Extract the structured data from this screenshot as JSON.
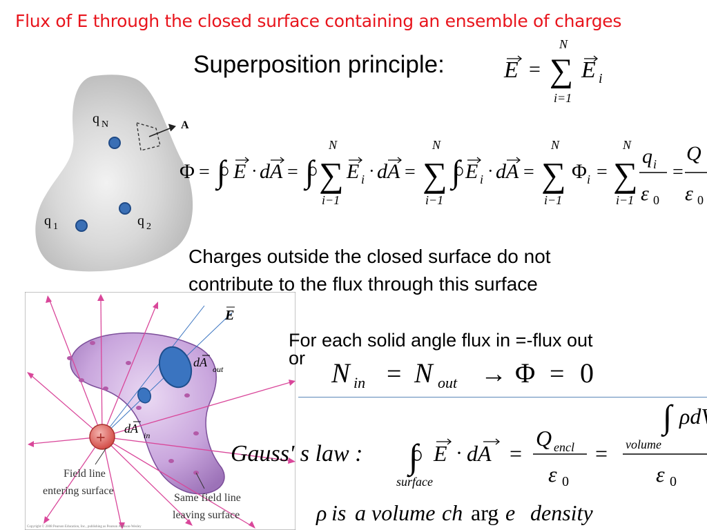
{
  "slide": {
    "title": "Flux of E  through the closed surface containing an ensemble of charges",
    "superposition_label": "Superposition principle:",
    "superposition_eq": {
      "lhs": "E",
      "rel": "=",
      "sum_top": "N",
      "sum_bot": "i=1",
      "term": "E",
      "term_sub": "i"
    },
    "flux_eq": {
      "phi": "Φ",
      "eq": "=",
      "e": "E",
      "dot": "·",
      "da": "dA",
      "sum_top": "N",
      "sum_bot": "i−1",
      "sub_i": "i",
      "q": "q",
      "eps": "ε",
      "eps_sub": "0",
      "Q": "Q"
    },
    "blob_figure": {
      "labels": {
        "qN": "q",
        "qN_sub": "N",
        "q1": "q",
        "q1_sub": "1",
        "q2": "q",
        "q2_sub": "2",
        "A": "A"
      },
      "colors": {
        "blob": "#cfcfcf",
        "charge": "#3a6fb5",
        "charge_stroke": "#1f4a86"
      }
    },
    "outside_text": [
      "Charges outside the closed surface do not",
      "contribute to the flux through this surface"
    ],
    "solid_angle_text": [
      "For each solid angle flux in =-flux out",
      "or"
    ],
    "n_eq": {
      "n": "N",
      "in": "in",
      "eq": "=",
      "out": "out",
      "arrow": "→",
      "phi": "Φ",
      "zero": "0"
    },
    "torus_figure": {
      "labels": {
        "E": "E",
        "dA_out": "dA",
        "out": "out",
        "dA_in": "dA",
        "in": "in",
        "plus": "+",
        "field_entering_1": "Field line",
        "field_entering_2": "entering surface",
        "same_field_1": "Same field line",
        "same_field_2": "leaving surface",
        "copyright": "Copyright © 2008 Pearson Education, Inc., publishing as Pearson Addison-Wesley"
      },
      "colors": {
        "torus": "#c9a6dd",
        "field_lines": "#d9479a",
        "patch": "#3a74c0",
        "charge": "#e05a57"
      }
    },
    "gauss": {
      "label": "Gauss' s law :",
      "surface": "surface",
      "e": "E",
      "dot": "·",
      "da": "dA",
      "eq": "=",
      "q_encl": "Q",
      "encl": "encl",
      "eps": "ε",
      "eps_sub": "0",
      "rho_dv": "ρdV",
      "volume": "volume"
    },
    "rho_line": {
      "rho": "ρ",
      "is": "is",
      "a": "a",
      "volume": "volume",
      "ch": "ch",
      "arg": "arg",
      "e": "e",
      "density": "density"
    }
  }
}
